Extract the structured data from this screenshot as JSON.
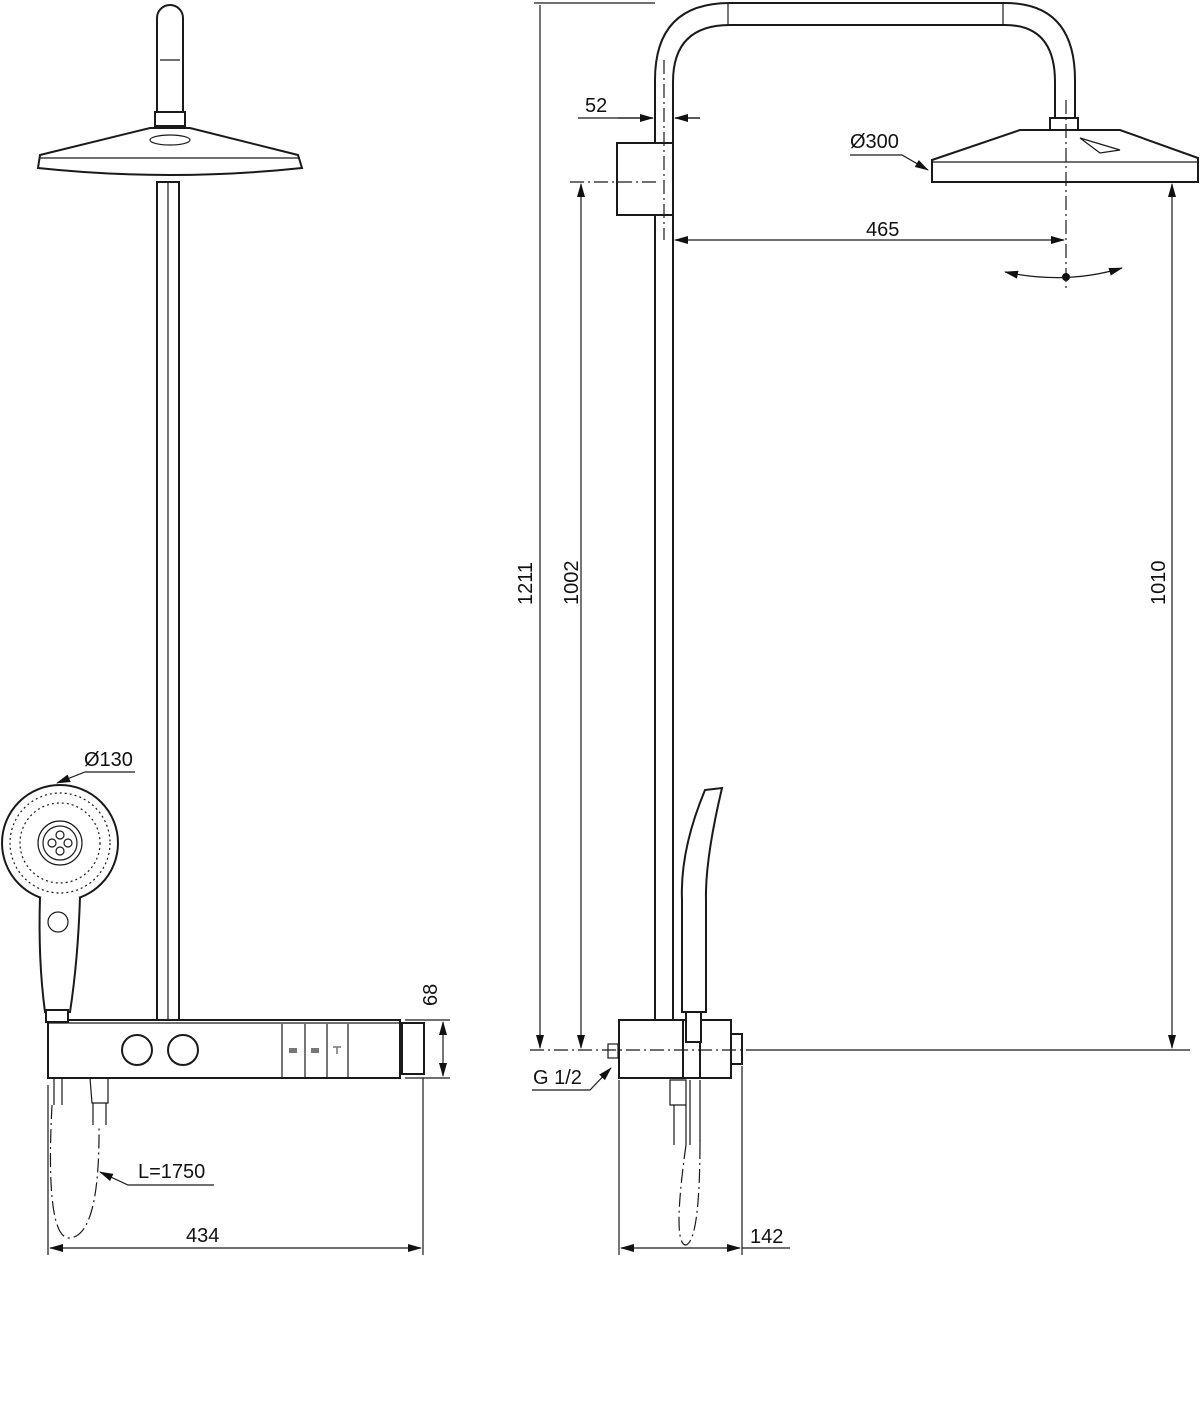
{
  "dimensions": {
    "hand_shower_diameter": "Ø130",
    "hose_length": "L=1750",
    "total_width": "434",
    "bar_height": "68",
    "wall_offset": "52",
    "head_diameter": "Ø300",
    "projection": "465",
    "overall_height": "1211",
    "rail_height": "1002",
    "head_height": "1010",
    "connection": "G 1/2",
    "bar_depth": "142"
  },
  "colors": {
    "line": "#1a1a1a",
    "background": "#ffffff"
  }
}
